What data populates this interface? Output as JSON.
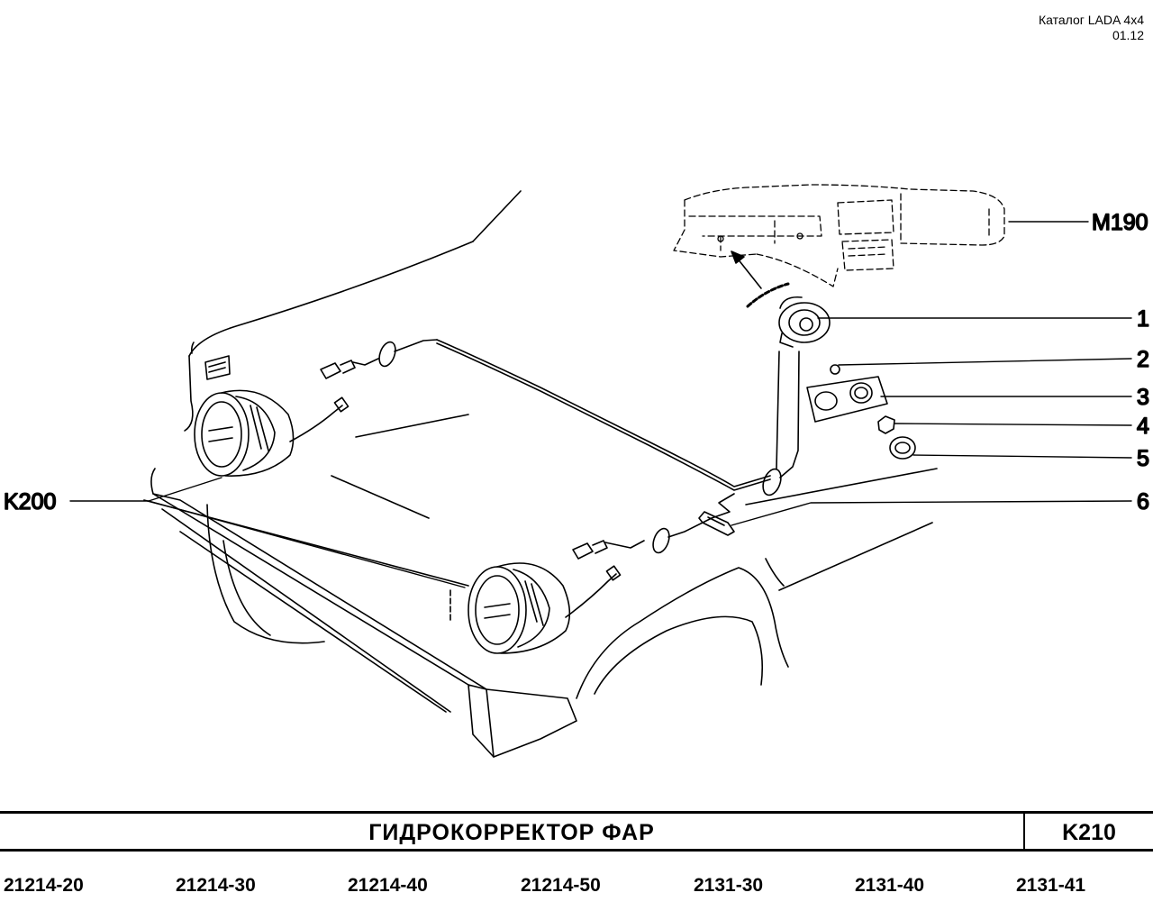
{
  "header": {
    "catalog": "Каталог  LADA  4x4",
    "date": "01.12"
  },
  "callouts": {
    "ref_dashboard": "M190",
    "ref_headlights": "K200",
    "part_1": "1",
    "part_2": "2",
    "part_3": "3",
    "part_4": "4",
    "part_5": "5",
    "part_6": "6"
  },
  "title_block": {
    "title": "ГИДРОКОРРЕКТОР   ФАР",
    "code": "K210"
  },
  "models": [
    "21214-20",
    "21214-30",
    "21214-40",
    "21214-50",
    "2131-30",
    "2131-40",
    "2131-41"
  ]
}
